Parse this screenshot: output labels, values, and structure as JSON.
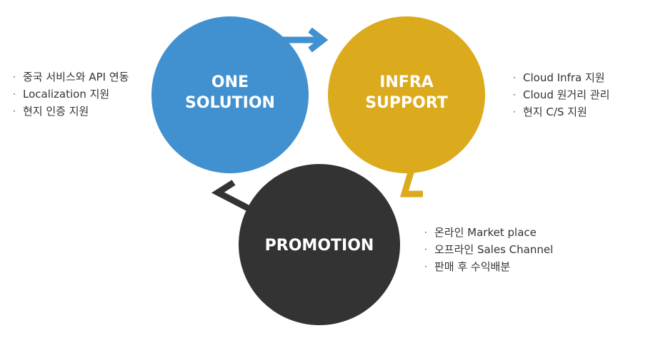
{
  "circles": {
    "one_solution": {
      "line1": "ONE",
      "line2": "SOLUTION",
      "color": "#4191d1"
    },
    "infra_support": {
      "line1": "INFRA",
      "line2": "SUPPORT",
      "color": "#dbab1d"
    },
    "promotion": {
      "label": "PROMOTION",
      "color": "#333333"
    }
  },
  "bullet_marker": "·",
  "lists": {
    "one_solution": [
      "중국 서비스와 API 연동",
      "Localization 지원",
      "현지 인증 지원"
    ],
    "infra_support": [
      "Cloud Infra 지원",
      "Cloud 원거리 관리",
      "현지 C/S 지원"
    ],
    "promotion": [
      "온라인 Market place",
      "오프라인 Sales Channel",
      "판매 후 수익배분"
    ]
  }
}
